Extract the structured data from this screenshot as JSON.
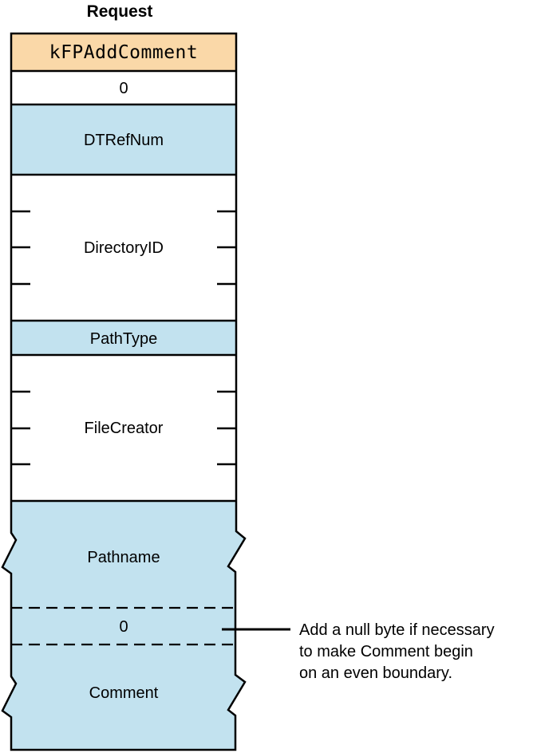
{
  "title": "Request",
  "colors": {
    "opcode_bg": "#FAD8A8",
    "field_bg": "#C2E2EF",
    "line": "#000000"
  },
  "fields": {
    "opcode": "kFPAddComment",
    "pad_byte_top": "0",
    "dt_ref_num": "DTRefNum",
    "directory_id": "DirectoryID",
    "path_type": "PathType",
    "file_creator": "FileCreator",
    "pathname": "Pathname",
    "null_byte": "0",
    "comment": "Comment"
  },
  "annotation": {
    "line1": "Add a null byte if necessary",
    "line2": "to make Comment begin",
    "line3": "on an even boundary."
  }
}
